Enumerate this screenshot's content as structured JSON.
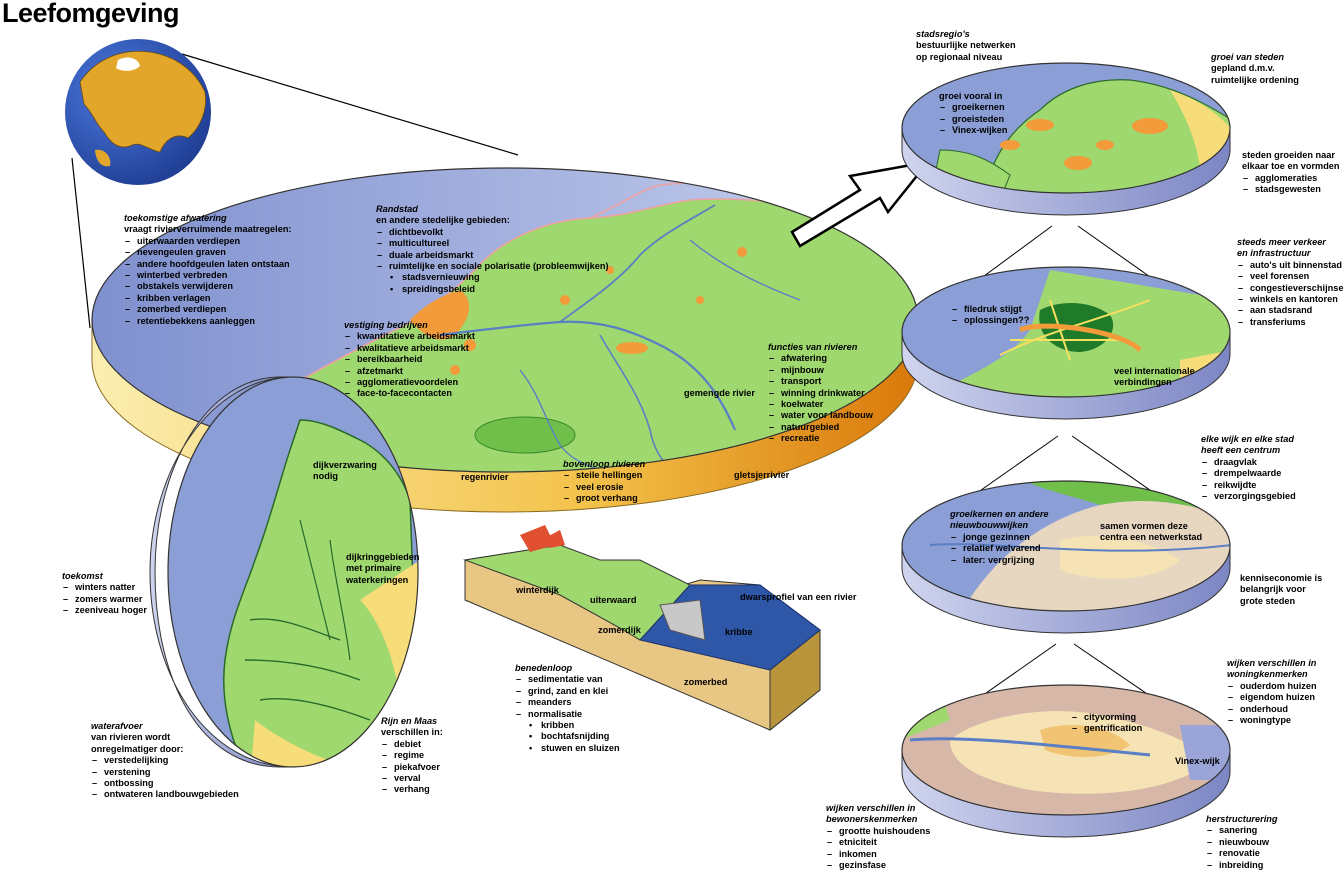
{
  "title": "Leefomgeving",
  "annotations": {
    "afwatering": {
      "heading": "toekomstige afwatering",
      "sub": [
        "vraagt rivierverruimende maatregelen:"
      ],
      "items": [
        "uiterwaarden verdiepen",
        "nevengeulen graven",
        "andere hoofdgeulen laten ontstaan",
        "winterbed verbreden",
        "obstakels verwijderen",
        "kribben verlagen",
        "zomerbed verdiepen",
        "retentiebekkens aanleggen"
      ]
    },
    "randstad": {
      "heading": "Randstad",
      "sub": [
        "en andere stedelijke gebieden:"
      ],
      "items": [
        "dichtbevolkt",
        "multicultureel",
        "duale arbeidsmarkt",
        "ruimtelijke en sociale polarisatie (probleemwijken)"
      ],
      "bullets": [
        "stadsvernieuwing",
        "spreidingsbeleid"
      ]
    },
    "bedrijven": {
      "heading": "vestiging bedrijven",
      "items": [
        "kwantitatieve arbeidsmarkt",
        "kwalitatieve arbeidsmarkt",
        "bereikbaarheid",
        "afzetmarkt",
        "agglomeratievoordelen",
        "face-to-facecontacten"
      ]
    },
    "functies": {
      "heading": "functies van rivieren",
      "items": [
        "afwatering",
        "mijnbouw",
        "transport",
        "winning drinkwater",
        "koelwater",
        "water voor landbouw",
        "natuurgebied",
        "recreatie"
      ]
    },
    "bovenloop": {
      "heading": "bovenloop rivieren",
      "items": [
        "steile hellingen",
        "veel erosie",
        "groot verhang"
      ]
    },
    "toekomst": {
      "heading": "toekomst",
      "items": [
        "winters natter",
        "zomers warmer",
        "zeeniveau hoger"
      ]
    },
    "waterafvoer": {
      "heading": "waterafvoer",
      "sub": [
        "van rivieren wordt",
        "onregelmatiger door:"
      ],
      "items": [
        "verstedelijking",
        "verstening",
        "ontbossing",
        "ontwateren landbouwgebieden"
      ]
    },
    "rijnmaas": {
      "heading": "Rijn en Maas",
      "sub": [
        "verschillen in:"
      ],
      "items": [
        "debiet",
        "regime",
        "piekafvoer",
        "verval",
        "verhang"
      ]
    },
    "benedenloop": {
      "heading": "benedenloop",
      "items": [
        "sedimentatie van",
        "meanders",
        "normalisatie"
      ],
      "item0_cont": "grind, zand en klei",
      "bullets": [
        "kribben",
        "bochtafsnijding",
        "stuwen en sluizen"
      ]
    },
    "stadsregios": {
      "heading": "stadsregio's",
      "sub": [
        "bestuurlijke netwerken",
        "op regionaal niveau"
      ]
    },
    "groeisteden": {
      "heading": "groei van steden",
      "sub": [
        "gepland d.m.v.",
        "ruimtelijke ordening"
      ]
    },
    "groeivooral": {
      "sub": [
        "groei vooral in"
      ],
      "items": [
        "groeikernen",
        "groeisteden",
        "Vinex-wijken"
      ]
    },
    "stedengroeiden": {
      "sub": [
        "steden groeiden naar",
        "elkaar toe en vormden"
      ],
      "items": [
        "agglomeraties",
        "stadsgewesten"
      ]
    },
    "verkeer": {
      "heading": "steeds meer verkeer",
      "heading2": "en infrastructuur",
      "items": [
        "auto's uit binnenstad",
        "veel forensen",
        "congestieverschijnselen",
        "winkels en kantoren",
        "transferiums"
      ],
      "item3_cont": "aan stadsrand"
    },
    "filedruk": {
      "items": [
        "filedruk stijgt",
        "oplossingen??"
      ]
    },
    "verbindingen": {
      "sub": [
        "veel internationale",
        "verbindingen"
      ]
    },
    "wijkstad": {
      "heading": "elke wijk en elke stad",
      "heading2": "heeft een centrum",
      "items": [
        "draagvlak",
        "drempelwaarde",
        "reikwijdte",
        "verzorgingsgebied"
      ]
    },
    "groeikernen": {
      "heading": "groeikernen en andere",
      "heading2": "nieuwbouwwijken",
      "items": [
        "jonge gezinnen",
        "relatief welvarend",
        "later: vergrijzing"
      ]
    },
    "netwerkstad": {
      "sub": [
        "samen vormen deze",
        "centra een netwerkstad"
      ]
    },
    "kennis": {
      "sub": [
        "kenniseconomie is",
        "belangrijk voor",
        "grote steden"
      ]
    },
    "woningkenmerken": {
      "heading": "wijken verschillen in",
      "heading2": "woningkenmerken",
      "items": [
        "ouderdom huizen",
        "eigendom huizen",
        "onderhoud",
        "woningtype"
      ]
    },
    "cityvorming": {
      "items": [
        "cityvorming",
        "gentrification"
      ]
    },
    "bewonerskenmerken": {
      "heading": "wijken verschillen in",
      "heading2": "bewonerskenmerken",
      "items": [
        "grootte huishoudens",
        "etniciteit",
        "inkomen",
        "gezinsfase"
      ]
    },
    "herstructurering": {
      "heading": "herstructurering",
      "items": [
        "sanering",
        "nieuwbouw",
        "renovatie",
        "inbreiding"
      ]
    }
  },
  "labels": {
    "gemengde_rivier": "gemengde rivier",
    "regenrivier": "regenrivier",
    "gletsjerrivier": "gletsjerrivier",
    "dijkverzwaring": [
      "dijkverzwaring",
      "nodig"
    ],
    "dijkring": [
      "dijkringgebieden",
      "met primaire",
      "waterkeringen"
    ],
    "winterdijk": "winterdijk",
    "uiterwaard": "uiterwaard",
    "zomerdijk": "zomerdijk",
    "kribbe": "kribbe",
    "zomerbed": "zomerbed",
    "dwarsprofiel": "dwarsprofiel van een rivier",
    "vinex_wijk": "Vinex-wijk"
  },
  "colors": {
    "sea": "#8b9fd6",
    "land": "#9ed86e",
    "land_dark": "#6fbf4a",
    "disc_side": "#f7dc7a",
    "disc_side_dark": "#e08a10",
    "city": "#f39a3a",
    "river": "#5a7fc4",
    "globe_land": "#e2a72a",
    "soil": "#e8c684",
    "urban": "#f5e3b5"
  }
}
